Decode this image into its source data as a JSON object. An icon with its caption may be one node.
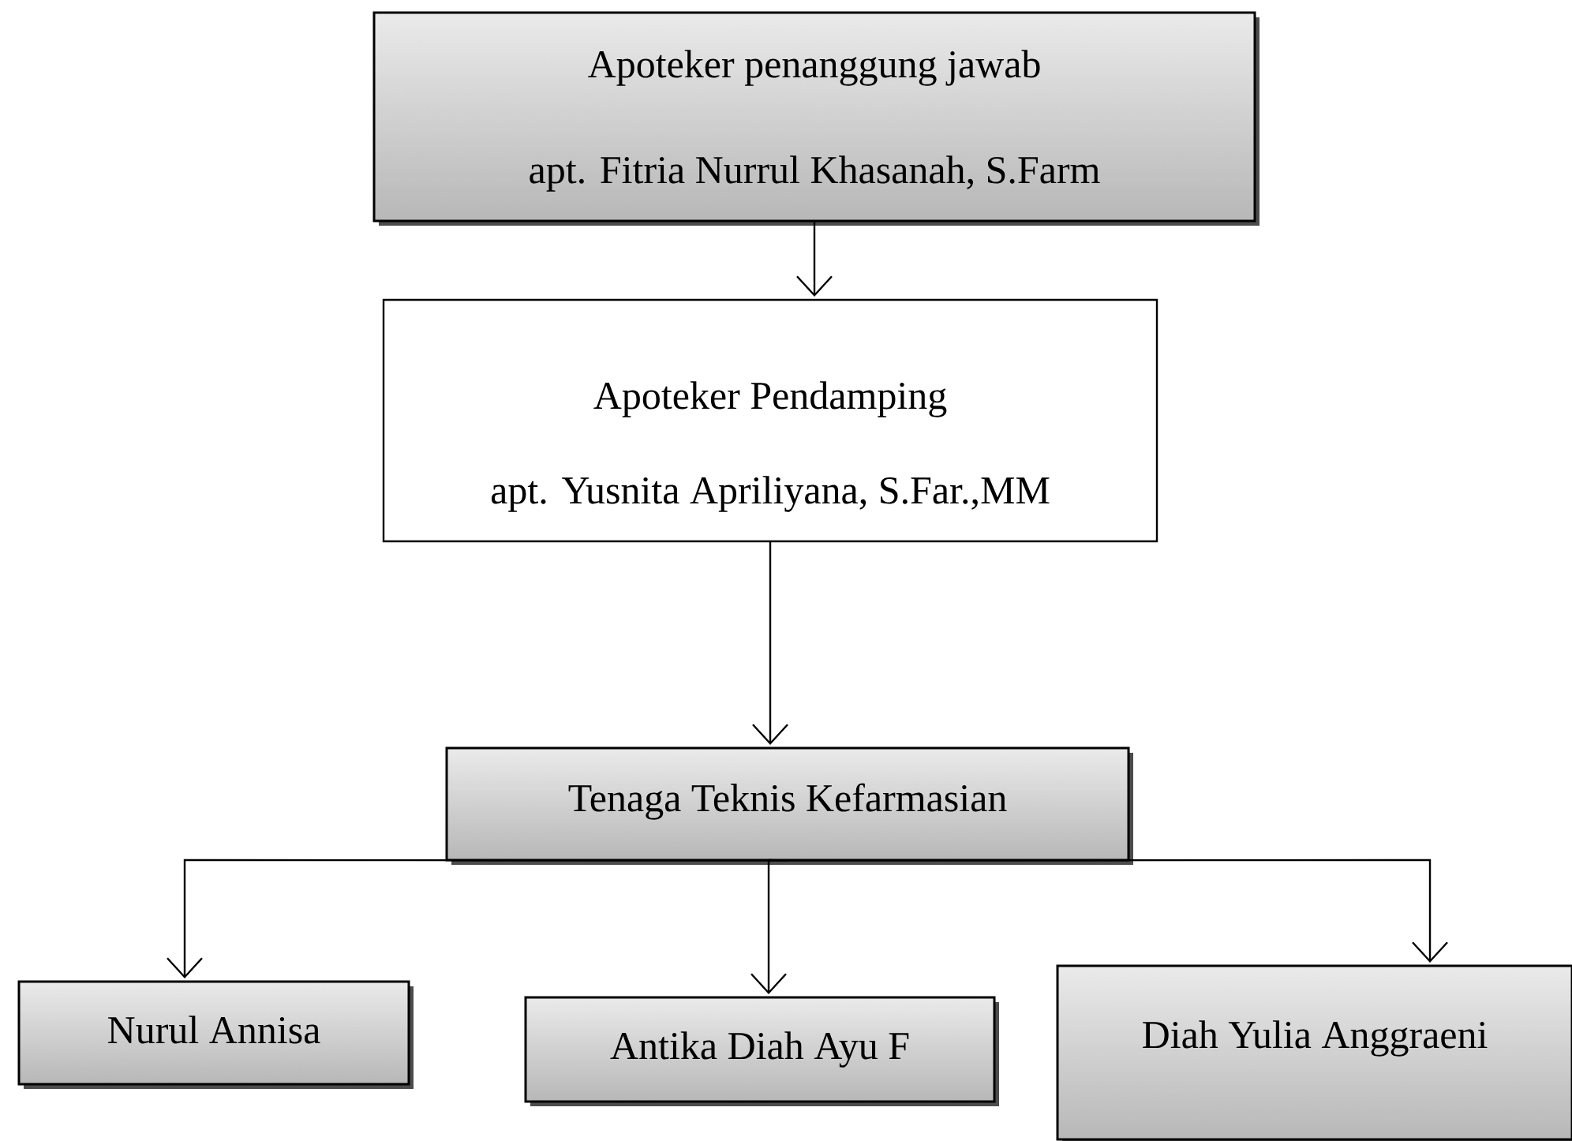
{
  "diagram": {
    "nodes": [
      {
        "text": [
          "Apoteker penanggung jawab",
          "apt. Fitria Nurrul Khasanah, S.Farm"
        ]
      },
      {
        "text": [
          "Apoteker Pendamping",
          "apt. Yusnita Apriliyana, S.Far.,MM"
        ]
      },
      {
        "text": [
          "Tenaga Teknis Kefarmasian"
        ]
      },
      {
        "text": [
          "Nurul Annisa"
        ]
      },
      {
        "text": [
          "Antika Diah Ayu F"
        ]
      },
      {
        "text": [
          "Diah Yulia Anggraeni"
        ]
      }
    ],
    "edges": [
      {
        "from": 0,
        "to": 1,
        "arrow": "to"
      },
      {
        "from": 1,
        "to": 2,
        "arrow": "to"
      },
      {
        "from": 2,
        "to": 3,
        "arrow": "to"
      },
      {
        "from": 2,
        "to": 4,
        "arrow": "to"
      },
      {
        "from": 2,
        "to": 5,
        "arrow": "to"
      }
    ]
  }
}
